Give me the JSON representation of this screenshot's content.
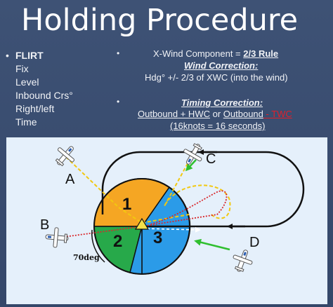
{
  "title": "Holding Procedure",
  "left_list": {
    "bullet": "•",
    "head": "FLIRT",
    "items": [
      "Fix",
      "Level",
      "Inbound Crs°",
      "Right/left",
      "Time"
    ]
  },
  "right": {
    "bullet1": "•",
    "xwind_prefix": "X-Wind Component = ",
    "xwind_value": "2/3 Rule",
    "wind_correction": "Wind Correction:",
    "hdg_formula": "Hdg° +/- 2/3 of XWC (into the wind)",
    "bullet2": "•",
    "timing_correction": "Timing Correction:",
    "outbound1": "Outbound",
    "plus_hwc": " + HWC",
    "or": " or ",
    "outbound2": "Outbound",
    "minus_twc": " - TWC",
    "example": "(16knots = 16 seconds)"
  },
  "diagram": {
    "sector_1": "1",
    "sector_2": "2",
    "sector_3": "3",
    "label_a": "A",
    "label_b": "B",
    "label_c": "C",
    "label_d": "D",
    "angle_label": "70deg",
    "colors": {
      "sector_1": "#f5a623",
      "sector_2": "#27a94a",
      "sector_3": "#2b9be8",
      "track": "#111111",
      "wind_arrow": "#2fbf2f",
      "entry_a": "#f2c80f",
      "entry_b": "#d8282c"
    }
  }
}
